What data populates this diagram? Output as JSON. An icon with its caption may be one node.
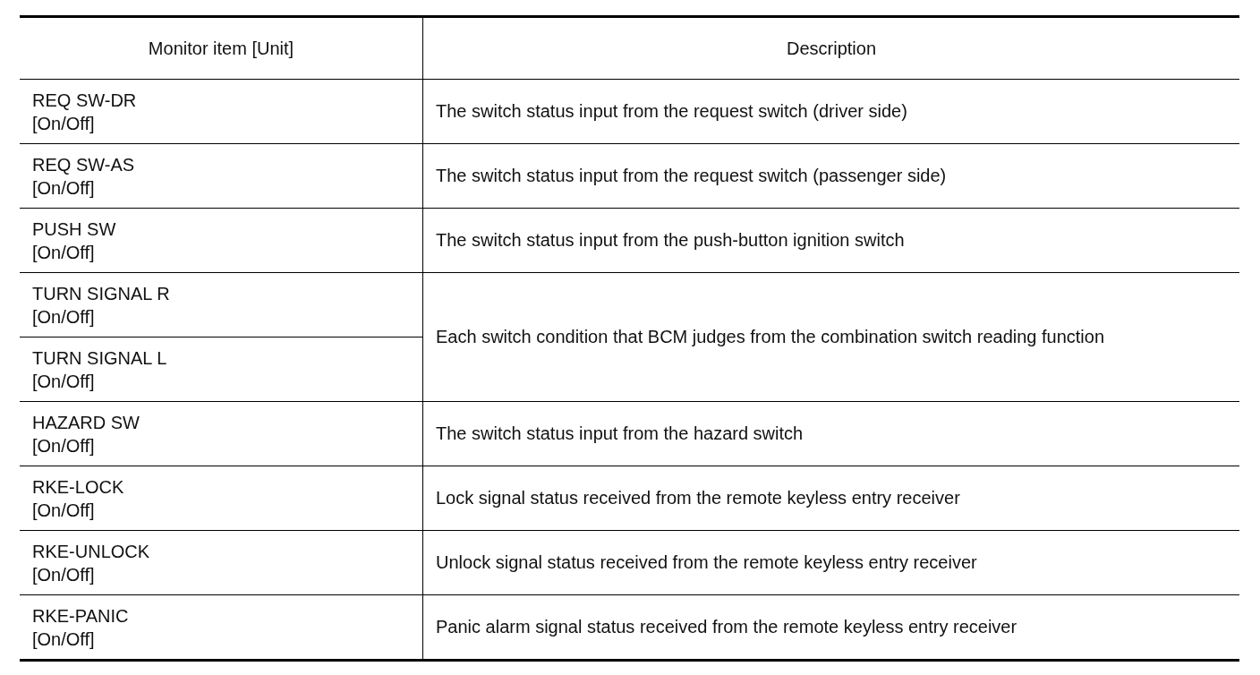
{
  "diagram": {
    "labels": [
      "Monitor item [Unit]",
      "Description",
      "REQ SW-DR [On/Off]",
      "The switch status input from the request switch (driver side)",
      "REQ SW-AS [On/Off]",
      "The switch status input from the request switch (passenger side)",
      "PUSH SW [On/Off]",
      "The switch status input from the push-button ignition switch",
      "TURN SIGNAL R [On/Off]",
      "Each switch condition that BCM judges from the combination switch reading function",
      "TURN SIGNAL L [On/Off]",
      "HAZARD SW [On/Off]",
      "The switch status input from the hazard switch",
      "RKE-LOCK [On/Off]",
      "Lock signal status received from the remote keyless entry receiver",
      "RKE-UNLOCK [On/Off]",
      "Unlock signal status received from the remote keyless entry receiver",
      "RKE-PANIC [On/Off]",
      "Panic alarm signal status received from the remote keyless entry receiver"
    ]
  }
}
